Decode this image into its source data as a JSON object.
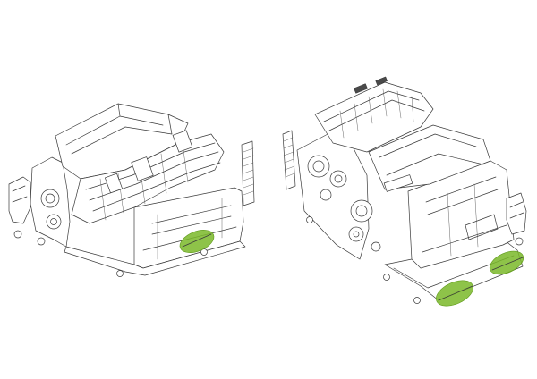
{
  "figure": {
    "background": "#ffffff",
    "line_color": "#3a3a3a",
    "highlight_color": "#7ab929",
    "views": [
      {
        "name": "left-printer-view",
        "highlights": 1
      },
      {
        "name": "right-printer-view",
        "highlights": 2
      }
    ]
  }
}
